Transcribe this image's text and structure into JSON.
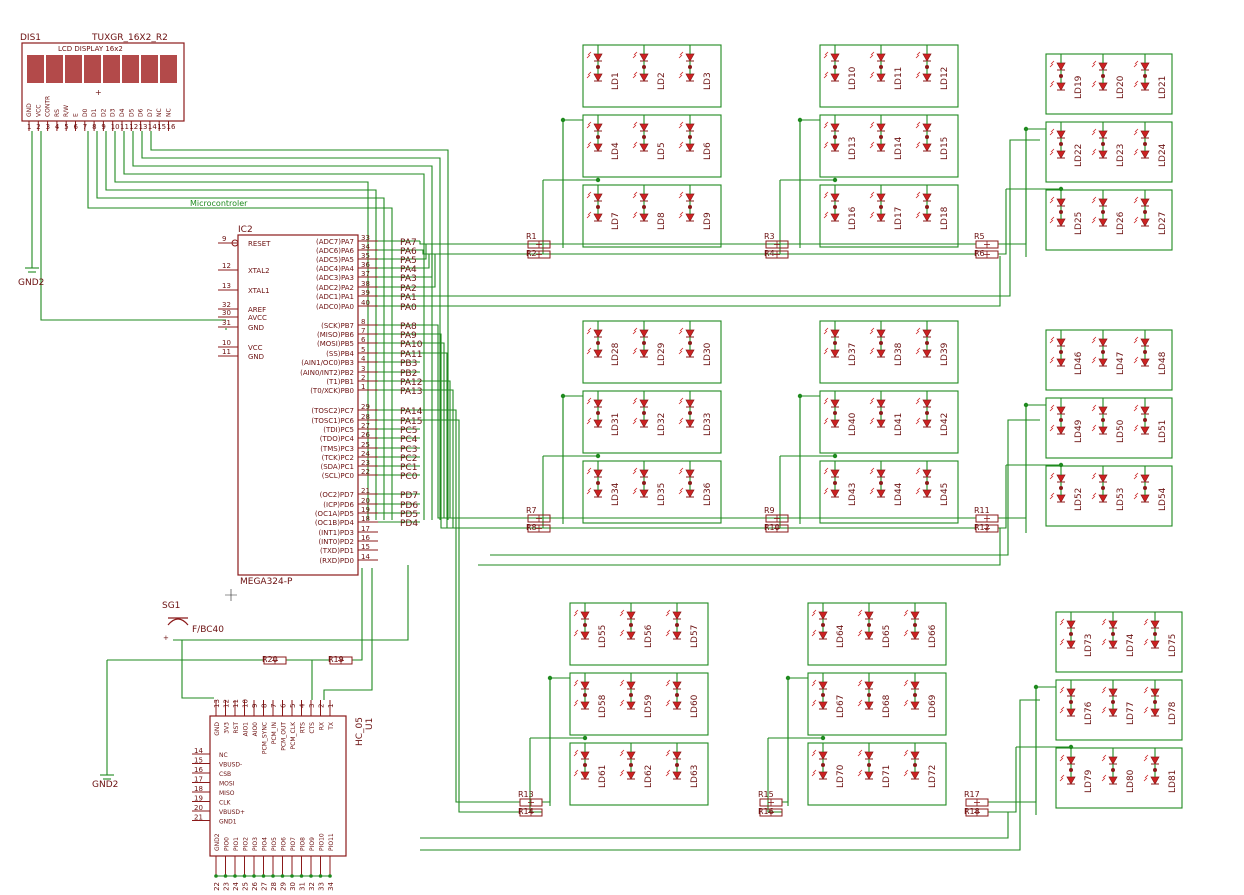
{
  "lcd": {
    "ref": "DIS1",
    "value": "TUXGR_16X2_R2",
    "title": "LCD DISPLAY 16x2",
    "pins": [
      "GND",
      "VCC",
      "CONTR",
      "RS",
      "R/W",
      "E",
      "D0",
      "D1",
      "D2",
      "D3",
      "D4",
      "D5",
      "D6",
      "D7",
      "NC",
      "NC"
    ]
  },
  "gnd_labels": [
    "GND2",
    "GND2"
  ],
  "net_label": "Microcontroler",
  "mcu": {
    "ref": "IC2",
    "value": "MEGA324-P",
    "left_pins": [
      {
        "num": "9",
        "name": "RESET"
      },
      {
        "num": "12",
        "name": "XTAL2"
      },
      {
        "num": "13",
        "name": "XTAL1"
      },
      {
        "num": "32",
        "name": "AREF"
      },
      {
        "num": "30",
        "name": "AVCC"
      },
      {
        "num": "31",
        "name": "GND"
      },
      {
        "num": "10",
        "name": "VCC"
      },
      {
        "num": "11",
        "name": "GND"
      }
    ],
    "right_pins": [
      {
        "num": "33",
        "name": "(ADC7)PA7",
        "net": "PA7"
      },
      {
        "num": "34",
        "name": "(ADC6)PA6",
        "net": "PA6"
      },
      {
        "num": "35",
        "name": "(ADC5)PA5",
        "net": "PA5"
      },
      {
        "num": "36",
        "name": "(ADC4)PA4",
        "net": "PA4"
      },
      {
        "num": "37",
        "name": "(ADC3)PA3",
        "net": "PA3"
      },
      {
        "num": "38",
        "name": "(ADC2)PA2",
        "net": "PA2"
      },
      {
        "num": "39",
        "name": "(ADC1)PA1",
        "net": "PA1"
      },
      {
        "num": "40",
        "name": "(ADC0)PA0",
        "net": "PA0"
      },
      {
        "num": "8",
        "name": "(SCK)PB7",
        "net": "PA8"
      },
      {
        "num": "7",
        "name": "(MISO)PB6",
        "net": "PA9"
      },
      {
        "num": "6",
        "name": "(MOSI)PB5",
        "net": "PA10"
      },
      {
        "num": "5",
        "name": "(SS)PB4",
        "net": "PA11"
      },
      {
        "num": "4",
        "name": "(AIN1/OC0)PB3",
        "net": "PB3"
      },
      {
        "num": "3",
        "name": "(AIN0/INT2)PB2",
        "net": "PB2"
      },
      {
        "num": "2",
        "name": "(T1)PB1",
        "net": "PA12"
      },
      {
        "num": "1",
        "name": "(T0/XCK)PB0",
        "net": "PA13"
      },
      {
        "num": "29",
        "name": "(TOSC2)PC7",
        "net": "PA14"
      },
      {
        "num": "28",
        "name": "(TOSC1)PC6",
        "net": "PA15"
      },
      {
        "num": "27",
        "name": "(TDI)PC5",
        "net": "PC5"
      },
      {
        "num": "26",
        "name": "(TDO)PC4",
        "net": "PC4"
      },
      {
        "num": "25",
        "name": "(TMS)PC3",
        "net": "PC3"
      },
      {
        "num": "24",
        "name": "(TCK)PC2",
        "net": "PC2"
      },
      {
        "num": "23",
        "name": "(SDA)PC1",
        "net": "PC1"
      },
      {
        "num": "22",
        "name": "(SCL)PC0",
        "net": "PC0"
      },
      {
        "num": "21",
        "name": "(OC2)PD7",
        "net": "PD7"
      },
      {
        "num": "20",
        "name": "(ICP)PD6",
        "net": "PD6"
      },
      {
        "num": "19",
        "name": "(OC1A)PD5",
        "net": "PD5"
      },
      {
        "num": "18",
        "name": "(OC1B)PD4",
        "net": "PD4"
      },
      {
        "num": "17",
        "name": "(INT1)PD3",
        "net": ""
      },
      {
        "num": "16",
        "name": "(INT0)PD2",
        "net": ""
      },
      {
        "num": "15",
        "name": "(TXD)PD1",
        "net": ""
      },
      {
        "num": "14",
        "name": "(RXD)PD0",
        "net": ""
      }
    ]
  },
  "buzzer": {
    "ref": "SG1",
    "value": "F/BC40"
  },
  "resistors": [
    "R1",
    "R2",
    "R3",
    "R4",
    "R5",
    "R6",
    "R7",
    "R8",
    "R9",
    "R10",
    "R11",
    "R12",
    "R13",
    "R14",
    "R15",
    "R16",
    "R17",
    "R18",
    "R19",
    "R20"
  ],
  "bt": {
    "ref": "U1",
    "value": "HC_05",
    "top_pins": [
      "13",
      "12",
      "11",
      "10",
      "9",
      "8",
      "7",
      "6",
      "5",
      "4",
      "3",
      "2",
      "1"
    ],
    "top_names": [
      "GND",
      "3V3",
      "RST",
      "AIO1",
      "AIO0",
      "PCM_SYNC",
      "PCM_IN",
      "PCM_OUT",
      "PCM_CLK",
      "RTS",
      "CTS",
      "RX",
      "TX"
    ],
    "left_pins": [
      {
        "num": "14",
        "name": "NC"
      },
      {
        "num": "15",
        "name": "VBUSD-"
      },
      {
        "num": "16",
        "name": "CSB"
      },
      {
        "num": "17",
        "name": "MOSI"
      },
      {
        "num": "18",
        "name": "MISO"
      },
      {
        "num": "19",
        "name": "CLK"
      },
      {
        "num": "20",
        "name": "VBUSD+"
      },
      {
        "num": "21",
        "name": "GND1"
      }
    ],
    "bottom_pins": [
      "22",
      "23",
      "24",
      "25",
      "26",
      "27",
      "28",
      "29",
      "30",
      "31",
      "32",
      "33",
      "34"
    ],
    "bottom_names": [
      "GND2",
      "PIO0",
      "PIO1",
      "PIO2",
      "PIO3",
      "PIO4",
      "PIO5",
      "PIO6",
      "PIO7",
      "PIO8",
      "PIO9",
      "PIO10",
      "PIO11"
    ]
  },
  "leds": [
    "LD1",
    "LD2",
    "LD3",
    "LD4",
    "LD5",
    "LD6",
    "LD7",
    "LD8",
    "LD9",
    "LD10",
    "LD11",
    "LD12",
    "LD13",
    "LD14",
    "LD15",
    "LD16",
    "LD17",
    "LD18",
    "LD19",
    "LD20",
    "LD21",
    "LD22",
    "LD23",
    "LD24",
    "LD25",
    "LD26",
    "LD27",
    "LD28",
    "LD29",
    "LD30",
    "LD31",
    "LD32",
    "LD33",
    "LD34",
    "LD35",
    "LD36",
    "LD37",
    "LD38",
    "LD39",
    "LD40",
    "LD41",
    "LD42",
    "LD43",
    "LD44",
    "LD45",
    "LD46",
    "LD47",
    "LD48",
    "LD49",
    "LD50",
    "LD51",
    "LD52",
    "LD53",
    "LD54",
    "LD55",
    "LD56",
    "LD57",
    "LD58",
    "LD59",
    "LD60",
    "LD61",
    "LD62",
    "LD63",
    "LD64",
    "LD65",
    "LD66",
    "LD67",
    "LD68",
    "LD69",
    "LD70",
    "LD71",
    "LD72",
    "LD73",
    "LD74",
    "LD75",
    "LD76",
    "LD77",
    "LD78",
    "LD79",
    "LD80",
    "LD81"
  ]
}
